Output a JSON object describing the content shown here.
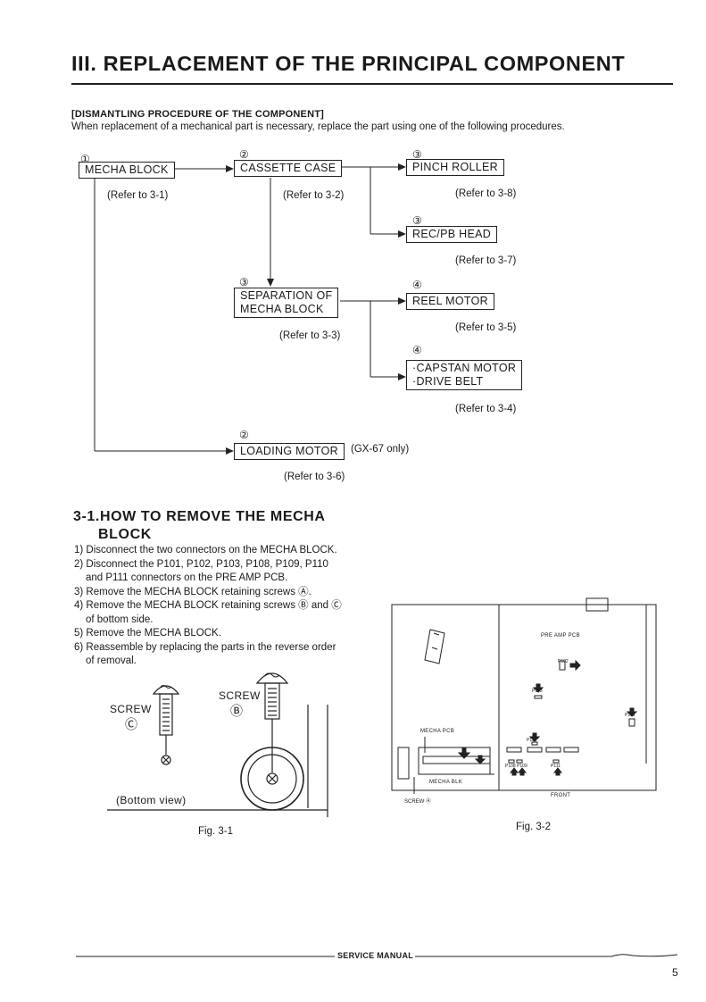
{
  "page": {
    "title": "III. REPLACEMENT OF THE PRINCIPAL COMPONENT",
    "dismantling_heading": "[DISMANTLING PROCEDURE OF THE COMPONENT]",
    "intro": "When replacement of a mechanical part is necessary, replace the part using one of the following procedures."
  },
  "flow": {
    "nodes": [
      {
        "id": "mecha_block",
        "num": "①",
        "label": "MECHA BLOCK",
        "ref": "(Refer to 3-1)"
      },
      {
        "id": "cassette_case",
        "num": "②",
        "label": "CASSETTE CASE",
        "ref": "(Refer to 3-2)"
      },
      {
        "id": "pinch_roller",
        "num": "③",
        "label": "PINCH ROLLER",
        "ref": "(Refer to 3-8)"
      },
      {
        "id": "recpb_head",
        "num": "③",
        "label": "REC/PB HEAD",
        "ref": "(Refer to 3-7)"
      },
      {
        "id": "separation",
        "num": "③",
        "label_line1": "SEPARATION OF",
        "label_line2": "MECHA BLOCK",
        "ref": "(Refer to 3-3)"
      },
      {
        "id": "reel_motor",
        "num": "④",
        "label": "REEL MOTOR",
        "ref": "(Refer to 3-5)"
      },
      {
        "id": "capstan",
        "num": "④",
        "label_line1": "·CAPSTAN MOTOR",
        "label_line2": "·DRIVE BELT",
        "ref": "(Refer to 3-4)"
      },
      {
        "id": "loading_motor",
        "num": "②",
        "label": "LOADING MOTOR",
        "note": "(GX-67 only)",
        "ref": "(Refer to 3-6)"
      }
    ]
  },
  "section": {
    "title_line1": "3-1.HOW TO REMOVE THE MECHA",
    "title_line2": "BLOCK",
    "steps": [
      "1) Disconnect the two connectors on the MECHA BLOCK.",
      "2) Disconnect the P101, P102, P103, P108, P109, P110",
      "and P111 connectors on the PRE AMP PCB.",
      "3) Remove the MECHA BLOCK retaining screws Ⓐ.",
      "4) Remove the MECHA BLOCK retaining screws Ⓑ and Ⓒ",
      "of bottom side.",
      "5) Remove the MECHA BLOCK.",
      "6) Reassemble by replacing the parts in the reverse order",
      "of removal."
    ]
  },
  "fig1": {
    "caption": "Fig. 3-1",
    "screw_label": "SCREW",
    "screw_c": "Ⓒ",
    "screw_b": "Ⓑ",
    "bottom_view": "(Bottom view)"
  },
  "fig2": {
    "caption": "Fig. 3-2",
    "pre_amp": "PRE AMP PCB",
    "mecha_pcb": "MECHA PCB",
    "mecha_blk": "MECHA BLK",
    "front": "FRONT",
    "screw_a": "SCREW Ⓐ",
    "p101": "P101",
    "p102": "P102",
    "p103": "P103",
    "p108_109": "P108 P109",
    "p110": "P110",
    "p111": "P111"
  },
  "footer": {
    "label": "SERVICE MANUAL",
    "page_number": "5"
  }
}
